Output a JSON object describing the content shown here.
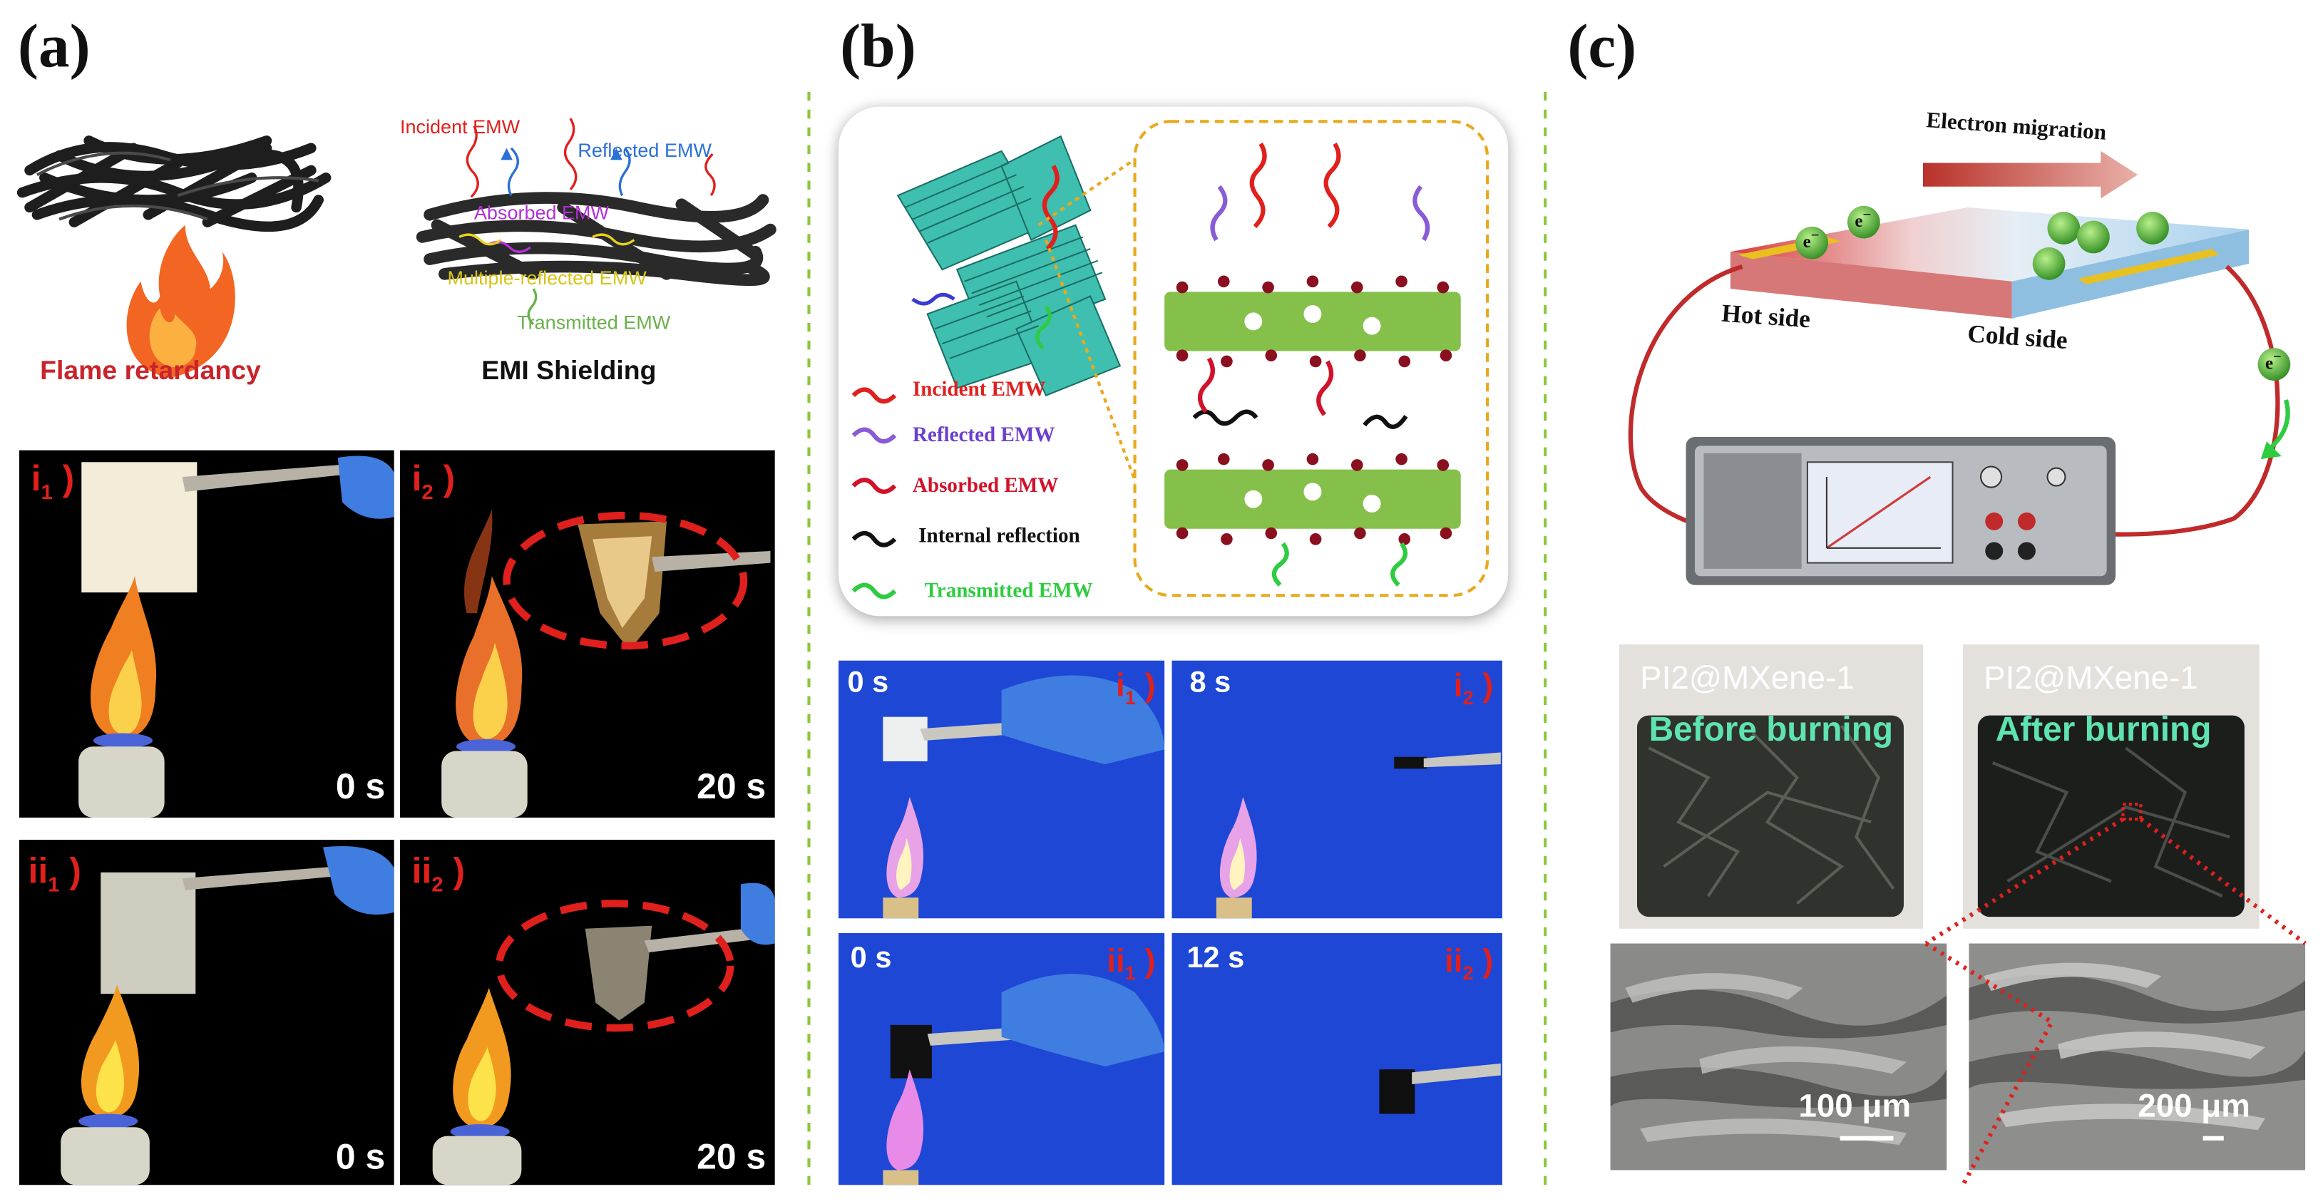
{
  "panels": {
    "a": {
      "label": "(a)",
      "flame_caption": "Flame retardancy",
      "emi_caption": "EMI Shielding",
      "emw_labels": {
        "incident": "Incident EMW",
        "reflected": "Reflected EMW",
        "absorbed": "Absorbed EMW",
        "multiple": "Multiple-reflected EMW",
        "transmitted": "Transmitted EMW"
      },
      "photos": [
        {
          "id": "i1",
          "tag_main": "i",
          "tag_sub": "1",
          "time": "0 s"
        },
        {
          "id": "i2",
          "tag_main": "i",
          "tag_sub": "2",
          "time": "20 s"
        },
        {
          "id": "ii1",
          "tag_main": "ii",
          "tag_sub": "1",
          "time": "0 s"
        },
        {
          "id": "ii2",
          "tag_main": "ii",
          "tag_sub": "2",
          "time": "20 s"
        }
      ]
    },
    "b": {
      "label": "(b)",
      "legend": [
        "Incident EMW",
        "Reflected EMW",
        "Absorbed EMW",
        "Internal reflection",
        "Transmitted EMW"
      ],
      "legend_colors": [
        "#e0201d",
        "#8a5bd6",
        "#d0122a",
        "#111111",
        "#2ecc40"
      ],
      "photos": [
        {
          "id": "i1",
          "tag_main": "i",
          "tag_sub": "1",
          "time": "0 s"
        },
        {
          "id": "i2",
          "tag_main": "i",
          "tag_sub": "2",
          "time": "8 s"
        },
        {
          "id": "ii1",
          "tag_main": "ii",
          "tag_sub": "1",
          "time": "0 s"
        },
        {
          "id": "ii2",
          "tag_main": "ii",
          "tag_sub": "2",
          "time": "12 s"
        }
      ]
    },
    "c": {
      "label": "(c)",
      "electron_migration": "Electron migration",
      "hot_side": "Hot side",
      "cold_side": "Cold side",
      "electron_symbol": "e",
      "electron_sup": "−",
      "sample_before_name": "PI2@MXene-1",
      "sample_before_state": "Before burning",
      "sample_after_name": "PI2@MXene-1",
      "sample_after_state": "After burning",
      "scale_left": "100 μm",
      "scale_right": "200 μm"
    }
  },
  "colors": {
    "label_red": "#e0201d",
    "divider_green": "#8dc63f",
    "caption_red": "#c9242b",
    "sample_text": "#5fe3b0",
    "photo_blue": "#1e47d6"
  }
}
